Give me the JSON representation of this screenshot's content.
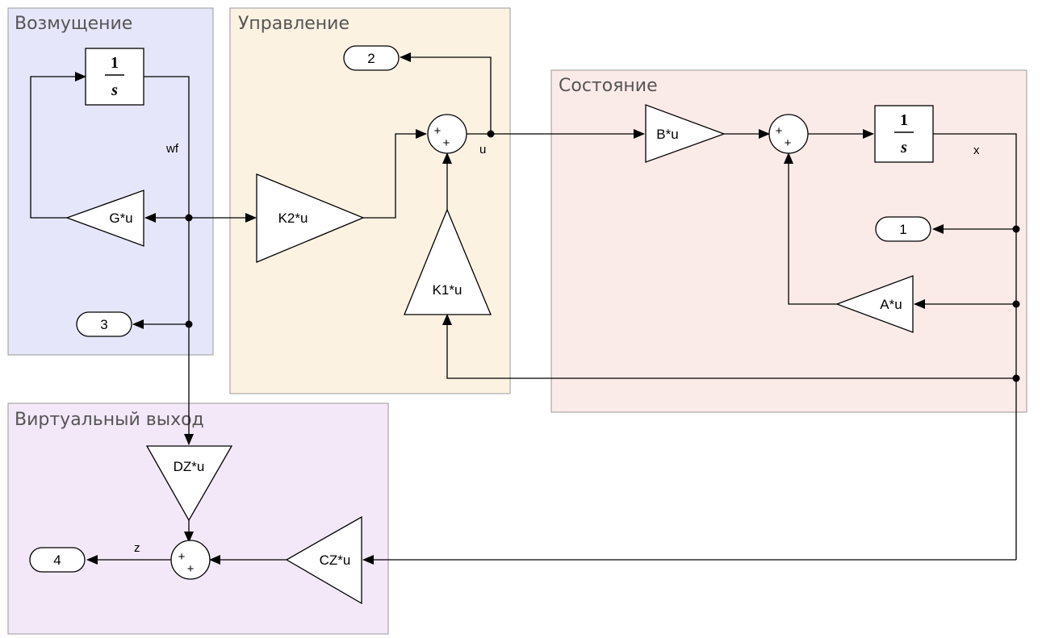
{
  "areas": {
    "disturbance": {
      "title": "Возмущение",
      "color": "#e6e6fb"
    },
    "control": {
      "title": "Управление",
      "color": "#fcf2e2"
    },
    "state": {
      "title": "Состояние",
      "color": "#fbebe8"
    },
    "virtual_output": {
      "title": "Виртуальный выход",
      "color": "#f3e8f8"
    }
  },
  "blocks": {
    "integrator_disturbance": {
      "num": "1",
      "den": "s"
    },
    "integrator_state": {
      "num": "1",
      "den": "s"
    },
    "gain_g": "G*u",
    "gain_k2": "K2*u",
    "gain_k1": "K1*u",
    "gain_b": "B*u",
    "gain_a": "A*u",
    "gain_dz": "DZ*u",
    "gain_cz": "CZ*u",
    "sum_sign": "+"
  },
  "ports": {
    "out1": "1",
    "out2": "2",
    "out3": "3",
    "out4": "4"
  },
  "signals": {
    "wf": "wf",
    "u": "u",
    "x": "x",
    "z": "z"
  }
}
